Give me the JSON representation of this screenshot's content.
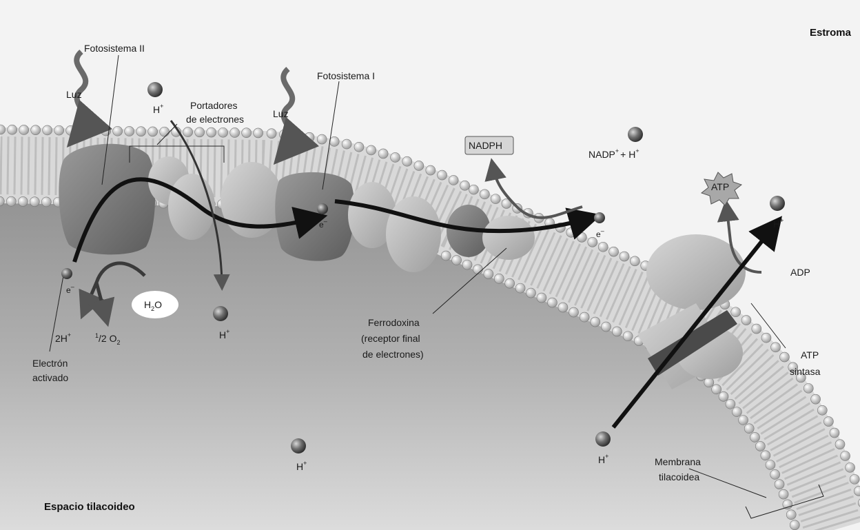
{
  "regions": {
    "stroma": "Estroma",
    "lumen": "Espacio tilacoideo"
  },
  "labels": {
    "luz": "Luz",
    "photosystem_ii": "Fotosistema II",
    "photosystem_i": "Fotosistema I",
    "electron_carriers": [
      "Portadores",
      "de electrones"
    ],
    "ferredoxin": [
      "Ferrodoxina",
      "(receptor final",
      "de electrones)"
    ],
    "activated_electron": [
      "Electrón",
      "activado"
    ],
    "atp_synthase": [
      "ATP",
      "sintasa"
    ],
    "membrane": [
      "Membrana",
      "tilacoidea"
    ],
    "nadph": "NADPH",
    "nadp_base": "NADP",
    "plus_h": "+ H",
    "atp": "ATP",
    "adp": "ADP",
    "water_h": "H",
    "water_o": "O",
    "water_sub": "2",
    "two_h": "2H",
    "half": "1",
    "half_den": "/2 O",
    "half_sub": "2",
    "h": "H",
    "e": "e",
    "sup_plus": "+",
    "sup_minus": "–"
  },
  "colors": {
    "stroma_bg": "#f2f2f2",
    "lumen_bg": "#9c9c9c",
    "protein_dark": "#6e6e6e",
    "protein_mid": "#a9a9a9",
    "protein_light": "#c9c9c9",
    "arrow": "#111111",
    "ball": "#444444"
  }
}
